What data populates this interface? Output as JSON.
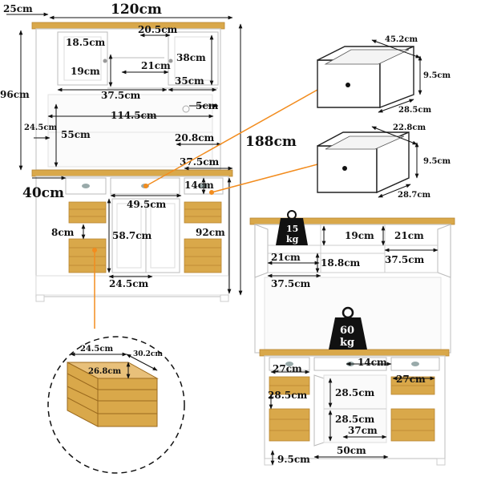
{
  "colors": {
    "cabinet": "#ffffff",
    "outline": "#c9c9c9",
    "wood": "#d9a84a",
    "wood_dark": "#b98530",
    "orange": "#f28c1e",
    "dim_line": "#111111",
    "weight_icon": "#111111"
  },
  "main_cabinet": {
    "dims": {
      "depth_top": "25cm",
      "width_total": "120cm",
      "height_total": "188cm",
      "upper_door_width": "18.5cm",
      "upper_door_height": "19cm",
      "upper_shelf_width": "20.5cm",
      "upper_center_shelf_width": "21cm",
      "upper_right_height": "38cm",
      "upper_left_width": "37.5cm",
      "upper_right_width": "35cm",
      "upper_edge": "5cm",
      "hutch_height": "96cm",
      "hutch_depth": "24.5cm",
      "hutch_width": "114.5cm",
      "hutch_open_height": "55cm",
      "hutch_side": "20.8cm",
      "base_depth": "40cm",
      "right_cabinet_width": "37.5cm",
      "drawer_height": "14cm",
      "center_width": "49.5cm",
      "basket_height": "8cm",
      "center_door_height": "58.7cm",
      "base_height": "92cm",
      "bottom_shelf_width": "24.5cm"
    }
  },
  "drawer_large": {
    "width": "45.2cm",
    "height": "9.5cm",
    "depth": "28.5cm"
  },
  "drawer_small": {
    "width": "22.8cm",
    "height": "9.5cm",
    "depth": "28.7cm"
  },
  "basket": {
    "width": "24.5cm",
    "depth": "30.2cm",
    "height": "26.8cm"
  },
  "inner_view": {
    "weight_top": {
      "value": "15",
      "unit": "kg"
    },
    "weight_counter": {
      "value": "60",
      "unit": "kg"
    },
    "dims": {
      "shelf_height_19": "19cm",
      "shelf_height_21_right": "21cm",
      "shelf_21_left": "21cm",
      "shelf_18_8": "18.8cm",
      "width_37_5_right": "37.5cm",
      "width_37_5_left": "37.5cm",
      "drawer_14": "14cm",
      "left_27": "27cm",
      "right_27": "27cm",
      "left_28_5": "28.5cm",
      "center_28_5_top": "28.5cm",
      "center_28_5_bottom": "28.5cm",
      "inner_37": "37cm",
      "inner_50": "50cm",
      "leg_9_5": "9.5cm"
    }
  }
}
